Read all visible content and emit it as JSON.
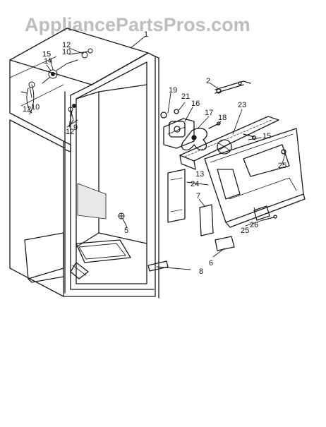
{
  "watermark": "AppliancePartsPros.com",
  "callouts": [
    "1",
    "2",
    "5",
    "6",
    "7",
    "8",
    "9",
    "10",
    "10",
    "12",
    "12",
    "12",
    "13",
    "14",
    "15",
    "15",
    "16",
    "17",
    "18",
    "19",
    "21",
    "23",
    "24",
    "25",
    "25",
    "26"
  ],
  "colors": {
    "ink": "#1a1a1a",
    "watermark": "#bdbdbd",
    "background": "#ffffff"
  }
}
